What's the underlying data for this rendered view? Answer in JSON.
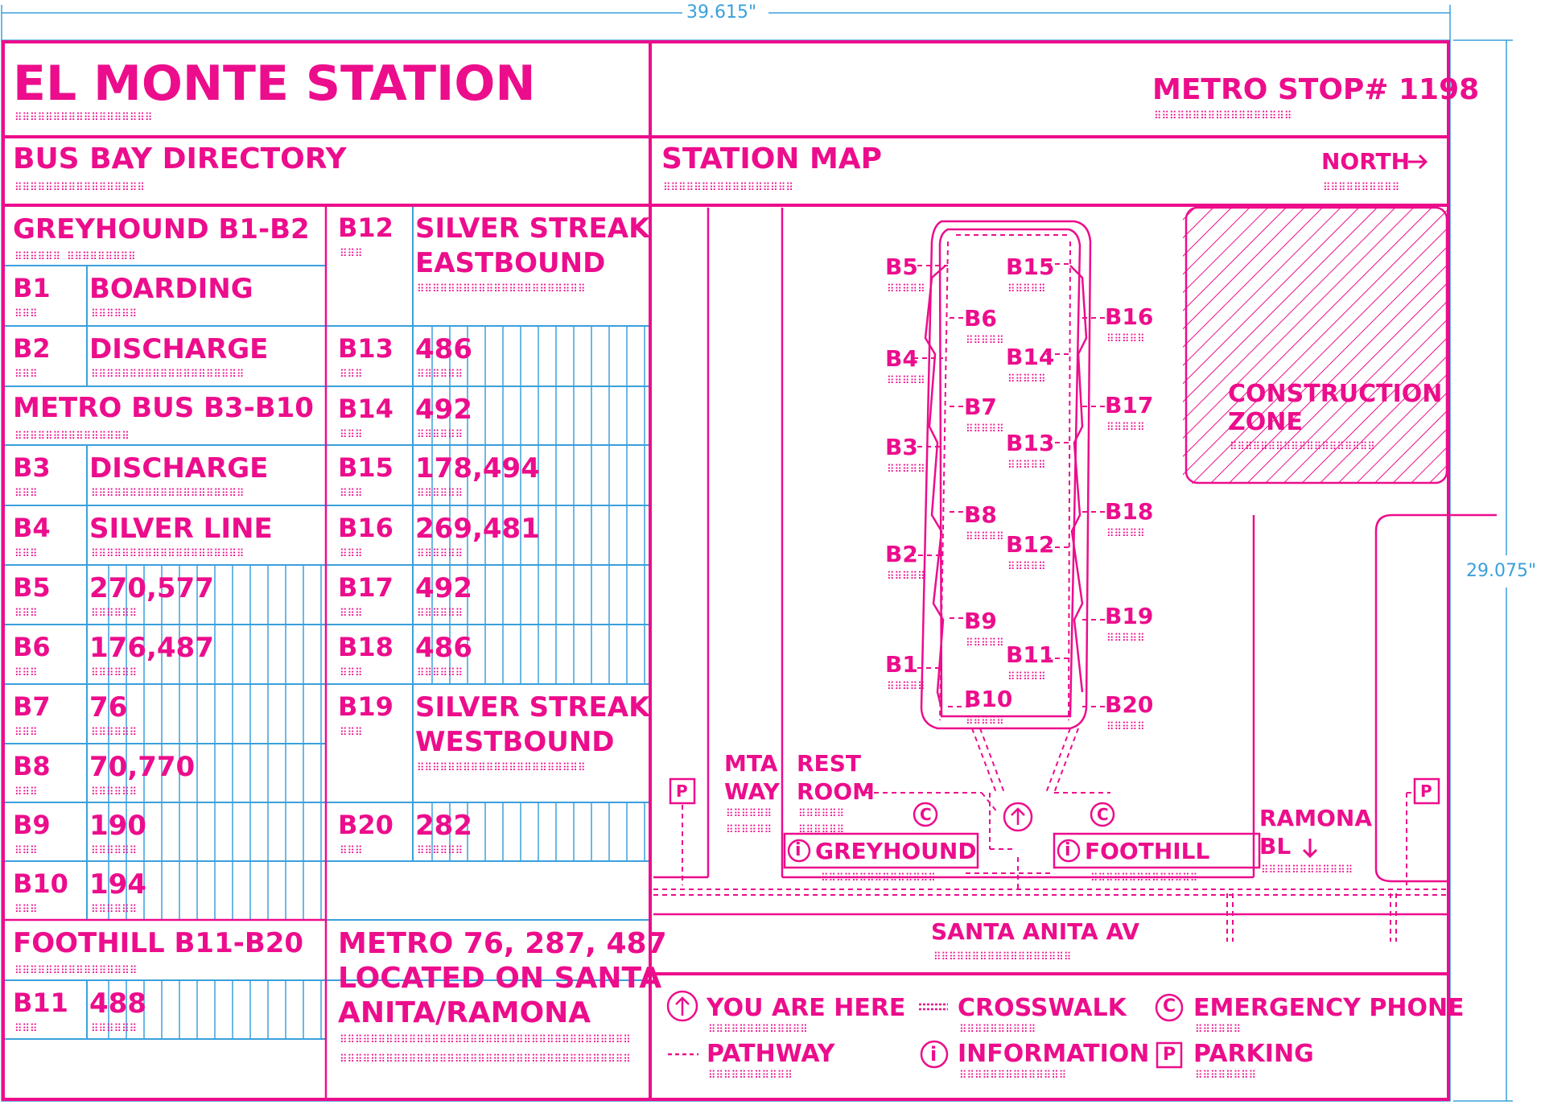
{
  "dims": {
    "width": "39.615\"",
    "height": "29.075\""
  },
  "colors": {
    "magenta": "#ec0d8c",
    "blue": "#3aa0dc",
    "bg": "#ffffff"
  },
  "header": {
    "title": "EL MONTE STATION",
    "stop": "METRO STOP# 1198"
  },
  "directory": {
    "title": "BUS BAY DIRECTORY",
    "greyhound": "GREYHOUND B1-B2",
    "metro_bus": "METRO BUS B3-B10",
    "foothill": "FOOTHILL B11-B20",
    "left_rows": [
      {
        "bay": "B1",
        "route": "BOARDING"
      },
      {
        "bay": "B2",
        "route": "DISCHARGE"
      },
      {
        "bay": "B3",
        "route": "DISCHARGE"
      },
      {
        "bay": "B4",
        "route": "SILVER LINE"
      },
      {
        "bay": "B5",
        "route": "270,577"
      },
      {
        "bay": "B6",
        "route": "176,487"
      },
      {
        "bay": "B7",
        "route": "76"
      },
      {
        "bay": "B8",
        "route": "70,770"
      },
      {
        "bay": "B9",
        "route": "190"
      },
      {
        "bay": "B10",
        "route": "194"
      },
      {
        "bay": "B11",
        "route": "488"
      }
    ],
    "right_rows": [
      {
        "bay": "B12",
        "route1": "SILVER STREAK",
        "route2": "EASTBOUND"
      },
      {
        "bay": "B13",
        "route": "486"
      },
      {
        "bay": "B14",
        "route": "492"
      },
      {
        "bay": "B15",
        "route": "178,494"
      },
      {
        "bay": "B16",
        "route": "269,481"
      },
      {
        "bay": "B17",
        "route": "492"
      },
      {
        "bay": "B18",
        "route": "486"
      },
      {
        "bay": "B19",
        "route1": "SILVER STREAK",
        "route2": "WESTBOUND"
      },
      {
        "bay": "B20",
        "route": "282"
      }
    ],
    "note_lines": [
      "METRO 76, 287, 487",
      "LOCATED ON SANTA",
      "ANITA/RAMONA"
    ]
  },
  "map": {
    "title": "STATION MAP",
    "north": "NORTH",
    "construction_lines": [
      "CONSTRUCTION",
      "ZONE"
    ],
    "mta_lines": [
      "MTA",
      "WAY"
    ],
    "rest_lines": [
      "REST",
      "ROOM"
    ],
    "greyhound": "GREYHOUND",
    "foothill": "FOOTHILL",
    "ramona_lines": [
      "RAMONA",
      "BL"
    ],
    "santa_anita": "SANTA ANITA AV",
    "parking_letter": "P",
    "bays_left_outer": [
      "B5",
      "B4",
      "B3",
      "B2",
      "B1"
    ],
    "bays_left_inner": [
      "B6",
      "B7",
      "B8",
      "B9",
      "B10"
    ],
    "bays_right_inner": [
      "B15",
      "B14",
      "B13",
      "B12",
      "B11"
    ],
    "bays_right_outer": [
      "B16",
      "B17",
      "B18",
      "B19",
      "B20"
    ]
  },
  "legend": {
    "you_are_here": "YOU ARE HERE",
    "pathway": "PATHWAY",
    "crosswalk": "CROSSWALK",
    "information": "INFORMATION",
    "emergency_phone": "EMERGENCY PHONE",
    "parking": "PARKING",
    "info_letter": "i",
    "phone_letter": "C",
    "parking_letter": "P"
  }
}
